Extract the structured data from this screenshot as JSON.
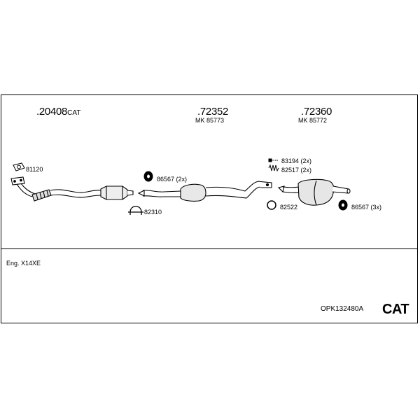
{
  "diagram": {
    "headers": [
      {
        "part_number": ".20408",
        "suffix": "CAT"
      },
      {
        "part_number": ".72352",
        "sub": "MK 85773"
      },
      {
        "part_number": ".72360",
        "sub": "MK 85772"
      }
    ],
    "callouts": {
      "gasket_front": "81120",
      "hanger_front": "86567 (2x)",
      "clamp": "82310",
      "bolt_top": "83194 (2x)",
      "spring_top": "82517 (2x)",
      "ring_gasket": "82522",
      "hanger_rear": "86567 (3x)"
    },
    "engine": "Eng. X14XE",
    "kit_code": "OPK132480A",
    "cat_badge": "CAT"
  }
}
